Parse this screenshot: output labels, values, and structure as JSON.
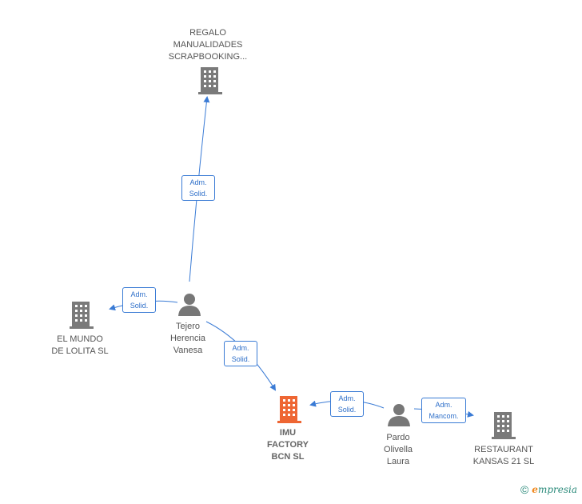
{
  "nodes": {
    "regalo": {
      "label": "REGALO\nMANUALIDADES\nSCRAPBOOKING...",
      "kind": "company"
    },
    "mundo": {
      "label": "EL MUNDO\nDE LOLITA  SL",
      "kind": "company"
    },
    "tejero": {
      "label": "Tejero\nHerencia\nVanesa",
      "kind": "person"
    },
    "imu": {
      "label": "IMU\nFACTORY\nBCN  SL",
      "kind": "main-company"
    },
    "pardo": {
      "label": "Pardo\nOlivella\nLaura",
      "kind": "person"
    },
    "kansas": {
      "label": "RESTAURANT\nKANSAS 21  SL",
      "kind": "company"
    }
  },
  "edges": {
    "e1": {
      "label": "Adm.\nSolid."
    },
    "e2": {
      "label": "Adm.\nSolid."
    },
    "e3": {
      "label": "Adm.\nSolid."
    },
    "e4": {
      "label": "Adm.\nSolid."
    },
    "e5": {
      "label": "Adm.\nMancom."
    }
  },
  "colors": {
    "company_icon": "#7a7a7a",
    "main_company_icon": "#ee6633",
    "person_icon": "#777777",
    "edge": "#3a7bd5"
  },
  "footer": {
    "symbol": "©",
    "brand_initial": "e",
    "brand_rest": "mpresia"
  }
}
